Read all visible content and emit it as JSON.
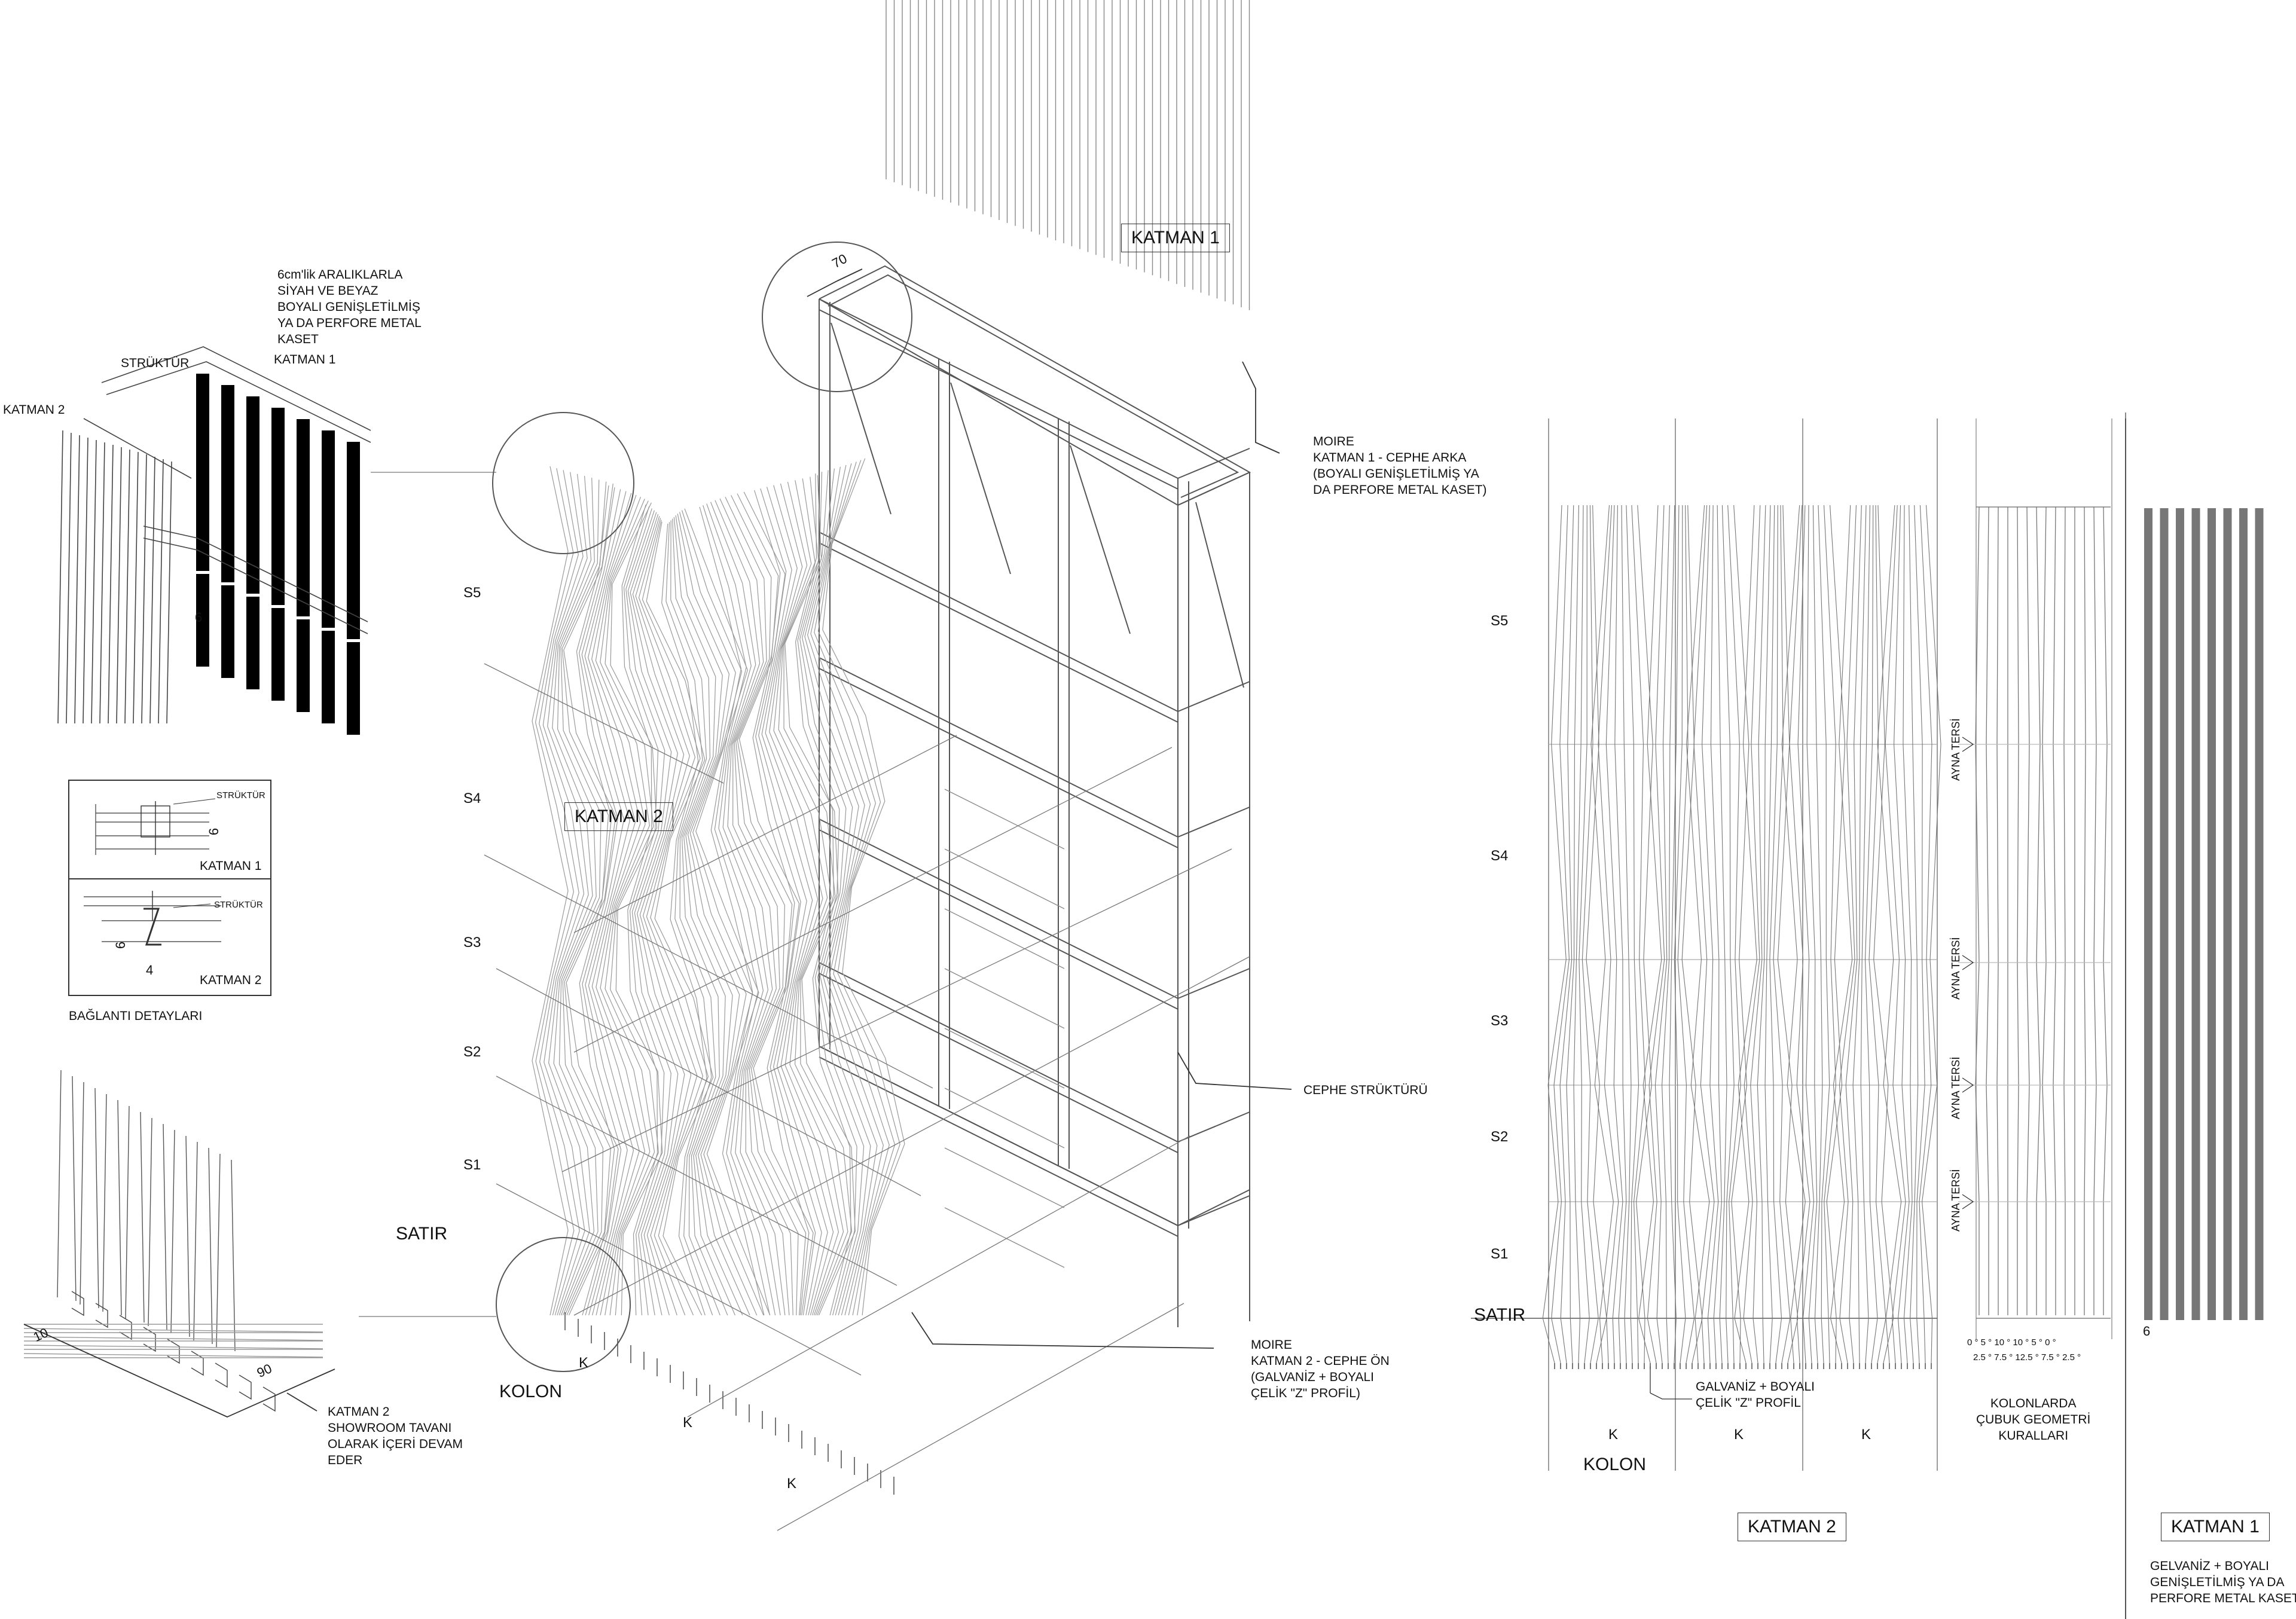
{
  "labels": {
    "katman1_main": "KATMAN 1",
    "katman2_main": "KATMAN 2",
    "dim_70": "70",
    "moire1": [
      "MOIRE",
      "KATMAN 1 - CEPHE ARKA",
      "(BOYALI GENİŞLETİLMİŞ YA",
      "DA PERFORE METAL KASET)"
    ],
    "moire2": [
      "MOIRE",
      "KATMAN 2 - CEPHE ÖN",
      "(GALVANİZ  + BOYALI",
      "ÇELİK \"Z\" PROFİL)"
    ],
    "cephe_strukturu": "CEPHE STRÜKTÜRÜ",
    "satir": "SATIR",
    "kolon": "KOLON",
    "k": "K",
    "rows": [
      "S5",
      "S4",
      "S3",
      "S2",
      "S1"
    ],
    "detail_text": [
      "6cm'lik ARALIKLARLA",
      "SİYAH VE BEYAZ",
      "BOYALI GENİŞLETİLMİŞ",
      "YA DA PERFORE METAL",
      "KASET"
    ],
    "struktur": "STRÜKTÜR",
    "katman1_small": "KATMAN 1",
    "katman2_small": "KATMAN 2",
    "dim_6": "6",
    "dim_4": "4",
    "dim_10": "10",
    "dim_90": "90",
    "baglanti": "BAĞLANTI DETAYLARI",
    "showroom": [
      "KATMAN 2",
      "SHOWROOM TAVANI",
      "OLARAK İÇERİ DEVAM",
      "EDER"
    ],
    "galvaniz_z": [
      "GALVANİZ  + BOYALI",
      "ÇELİK \"Z\" PROFİL"
    ],
    "ayna_tersi": "AYNA TERSİ",
    "angles_top": "0 °     5 °   10 ° 10 °   5 °    0 °",
    "angles_bottom": "2.5 °  7.5 ° 12.5 ° 7.5 °  2.5 °",
    "kolonlarda": [
      "KOLONLARDA",
      "ÇUBUK GEOMETRİ",
      "KURALLARI"
    ],
    "katman1_bottom": [
      "GELVANİZ + BOYALI",
      "GENİŞLETİLMİŞ YA DA",
      "PERFORE METAL KASET"
    ]
  }
}
